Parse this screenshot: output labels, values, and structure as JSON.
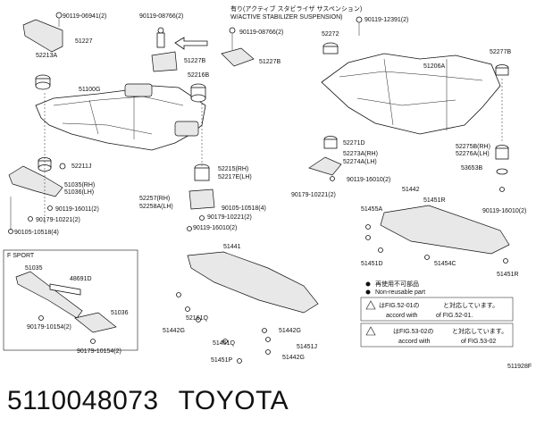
{
  "callouts": {
    "c1": "90119-06941(2)",
    "c2": "51227",
    "c3": "52213A",
    "c4": "51100G",
    "c5": "52211J",
    "c6": "51035(RH)",
    "c7": "51036(LH)",
    "c8": "90119-16011(2)",
    "c9": "90179-10221(2)",
    "c10": "90105-10518(4)",
    "c11": "90119-08766(2)",
    "c12": "51227B",
    "c13": "52216B",
    "c14": "52215(RH)",
    "c15": "52217E(LH)",
    "c16": "52257(RH)",
    "c17": "52258A(LH)",
    "c18": "90105-10518(4)",
    "c19": "90179-10221(2)",
    "c20": "90119-16010(2)",
    "c21": "90119-08766(2)",
    "c22": "51227B",
    "c23": "52272",
    "c24": "90119-12391(2)",
    "c25": "51206A",
    "c26": "52277B",
    "c27": "52271D",
    "c28": "52273A(RH)",
    "c29": "52274A(LH)",
    "c30": "90119-16010(2)",
    "c31": "90179-10221(2)",
    "c32": "52275B(RH)",
    "c33": "52276A(LH)",
    "c34": "53653B",
    "c35": "90119-16010(2)",
    "c36": "51442",
    "c37": "51451R",
    "c38": "51455A",
    "c39": "51451D",
    "c40": "51454C",
    "c41": "51451R",
    "c42": "51441",
    "c43": "51442G",
    "c44": "52161Q",
    "c45": "51442G",
    "c46": "51451J",
    "c47": "51451Q",
    "c48": "51451P",
    "c49": "51442G",
    "c50": "51035",
    "c51": "48691D",
    "c52": "51036",
    "c53": "90179-10154(2)",
    "c54": "90179-10154(2)"
  },
  "active_note": {
    "line1": "有り(アクティブ スタビライザ サスペンション)",
    "line2": "W/ACTIVE STABILIZER SUSPENSION)"
  },
  "fsport_label": "F SPORT",
  "legend": {
    "l1": "再使用不可部品",
    "l2": "Non-reusable part",
    "l3a": "はFIG.52-01の",
    "l3b": "と対応しています。",
    "l4a": "accord with",
    "l4b": "of FIG.52-01.",
    "l5a": "はFIG.53-02の",
    "l5b": "と対応しています。",
    "l6a": "accord with",
    "l6b": "of FIG.53-02"
  },
  "fig_code": "511928F",
  "footer": {
    "part_number": "5110048073",
    "brand": "TOYOTA"
  },
  "icons": {
    "arrow": "left-arrow-icon",
    "nonreusable": "diamond-icon",
    "bullet": "filled-circle-icon"
  }
}
